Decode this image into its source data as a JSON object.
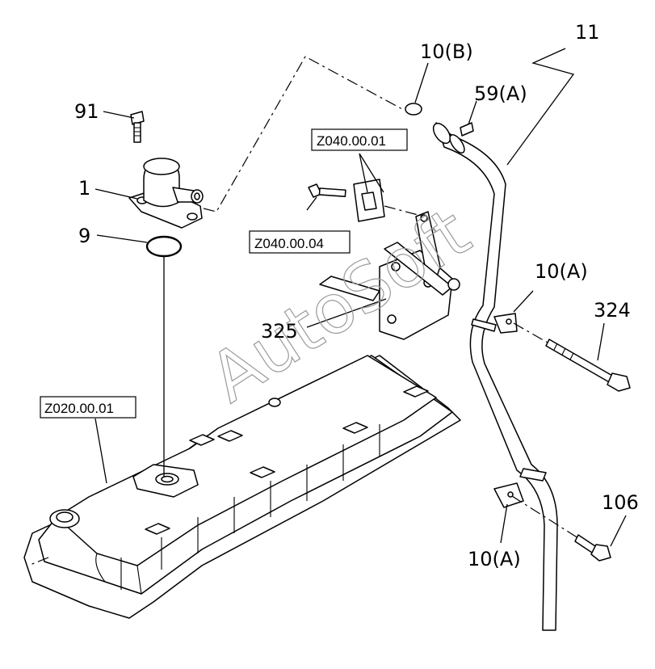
{
  "callouts": {
    "p11": "11",
    "p10b": "10(B)",
    "p59a": "59(A)",
    "p91": "91",
    "p1": "1",
    "p9": "9",
    "p10a_upper": "10(A)",
    "p324": "324",
    "p325": "325",
    "p106": "106",
    "p10a_lower": "10(A)"
  },
  "references": {
    "z040_01": "Z040.00.01",
    "z040_04": "Z040.00.04",
    "z020_01": "Z020.00.01"
  },
  "watermark": "AutoSoft"
}
